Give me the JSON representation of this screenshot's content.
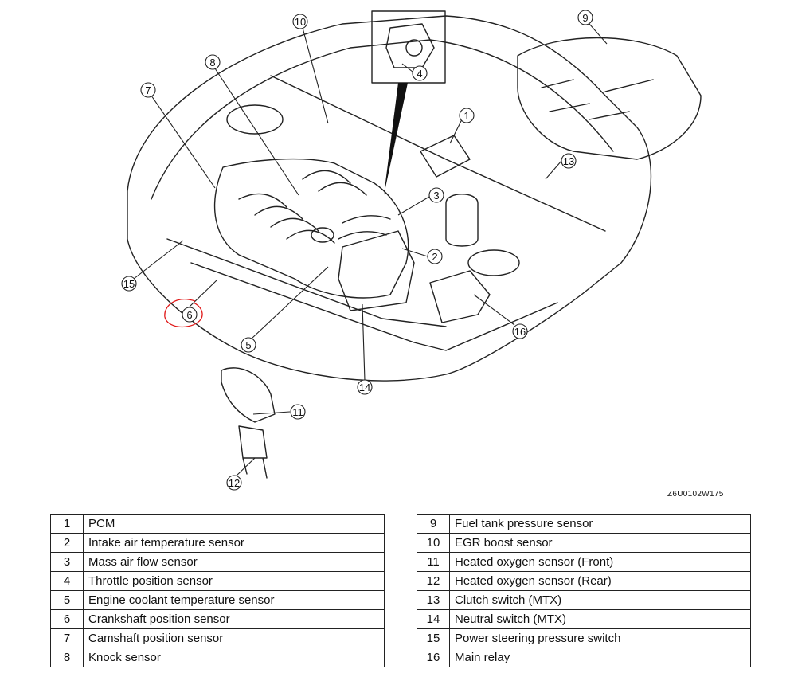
{
  "drawing_code": "Z6U0102W175",
  "callouts": [
    "1",
    "2",
    "3",
    "4",
    "5",
    "6",
    "7",
    "8",
    "9",
    "10",
    "11",
    "12",
    "13",
    "14",
    "15",
    "16"
  ],
  "legend": {
    "left": [
      {
        "num": "1",
        "label": "PCM"
      },
      {
        "num": "2",
        "label": "Intake air temperature sensor"
      },
      {
        "num": "3",
        "label": "Mass air flow sensor"
      },
      {
        "num": "4",
        "label": "Throttle position sensor"
      },
      {
        "num": "5",
        "label": "Engine coolant temperature sensor"
      },
      {
        "num": "6",
        "label": "Crankshaft position sensor"
      },
      {
        "num": "7",
        "label": "Camshaft position sensor"
      },
      {
        "num": "8",
        "label": "Knock sensor"
      }
    ],
    "right": [
      {
        "num": "9",
        "label": "Fuel tank pressure sensor"
      },
      {
        "num": "10",
        "label": "EGR boost sensor"
      },
      {
        "num": "11",
        "label": "Heated oxygen sensor (Front)"
      },
      {
        "num": "12",
        "label": "Heated oxygen sensor (Rear)"
      },
      {
        "num": "13",
        "label": "Clutch switch (MTX)"
      },
      {
        "num": "14",
        "label": "Neutral switch (MTX)"
      },
      {
        "num": "15",
        "label": "Power steering pressure switch"
      },
      {
        "num": "16",
        "label": "Main relay"
      }
    ]
  },
  "colors": {
    "ink": "#111111",
    "highlight": "#e01818"
  }
}
